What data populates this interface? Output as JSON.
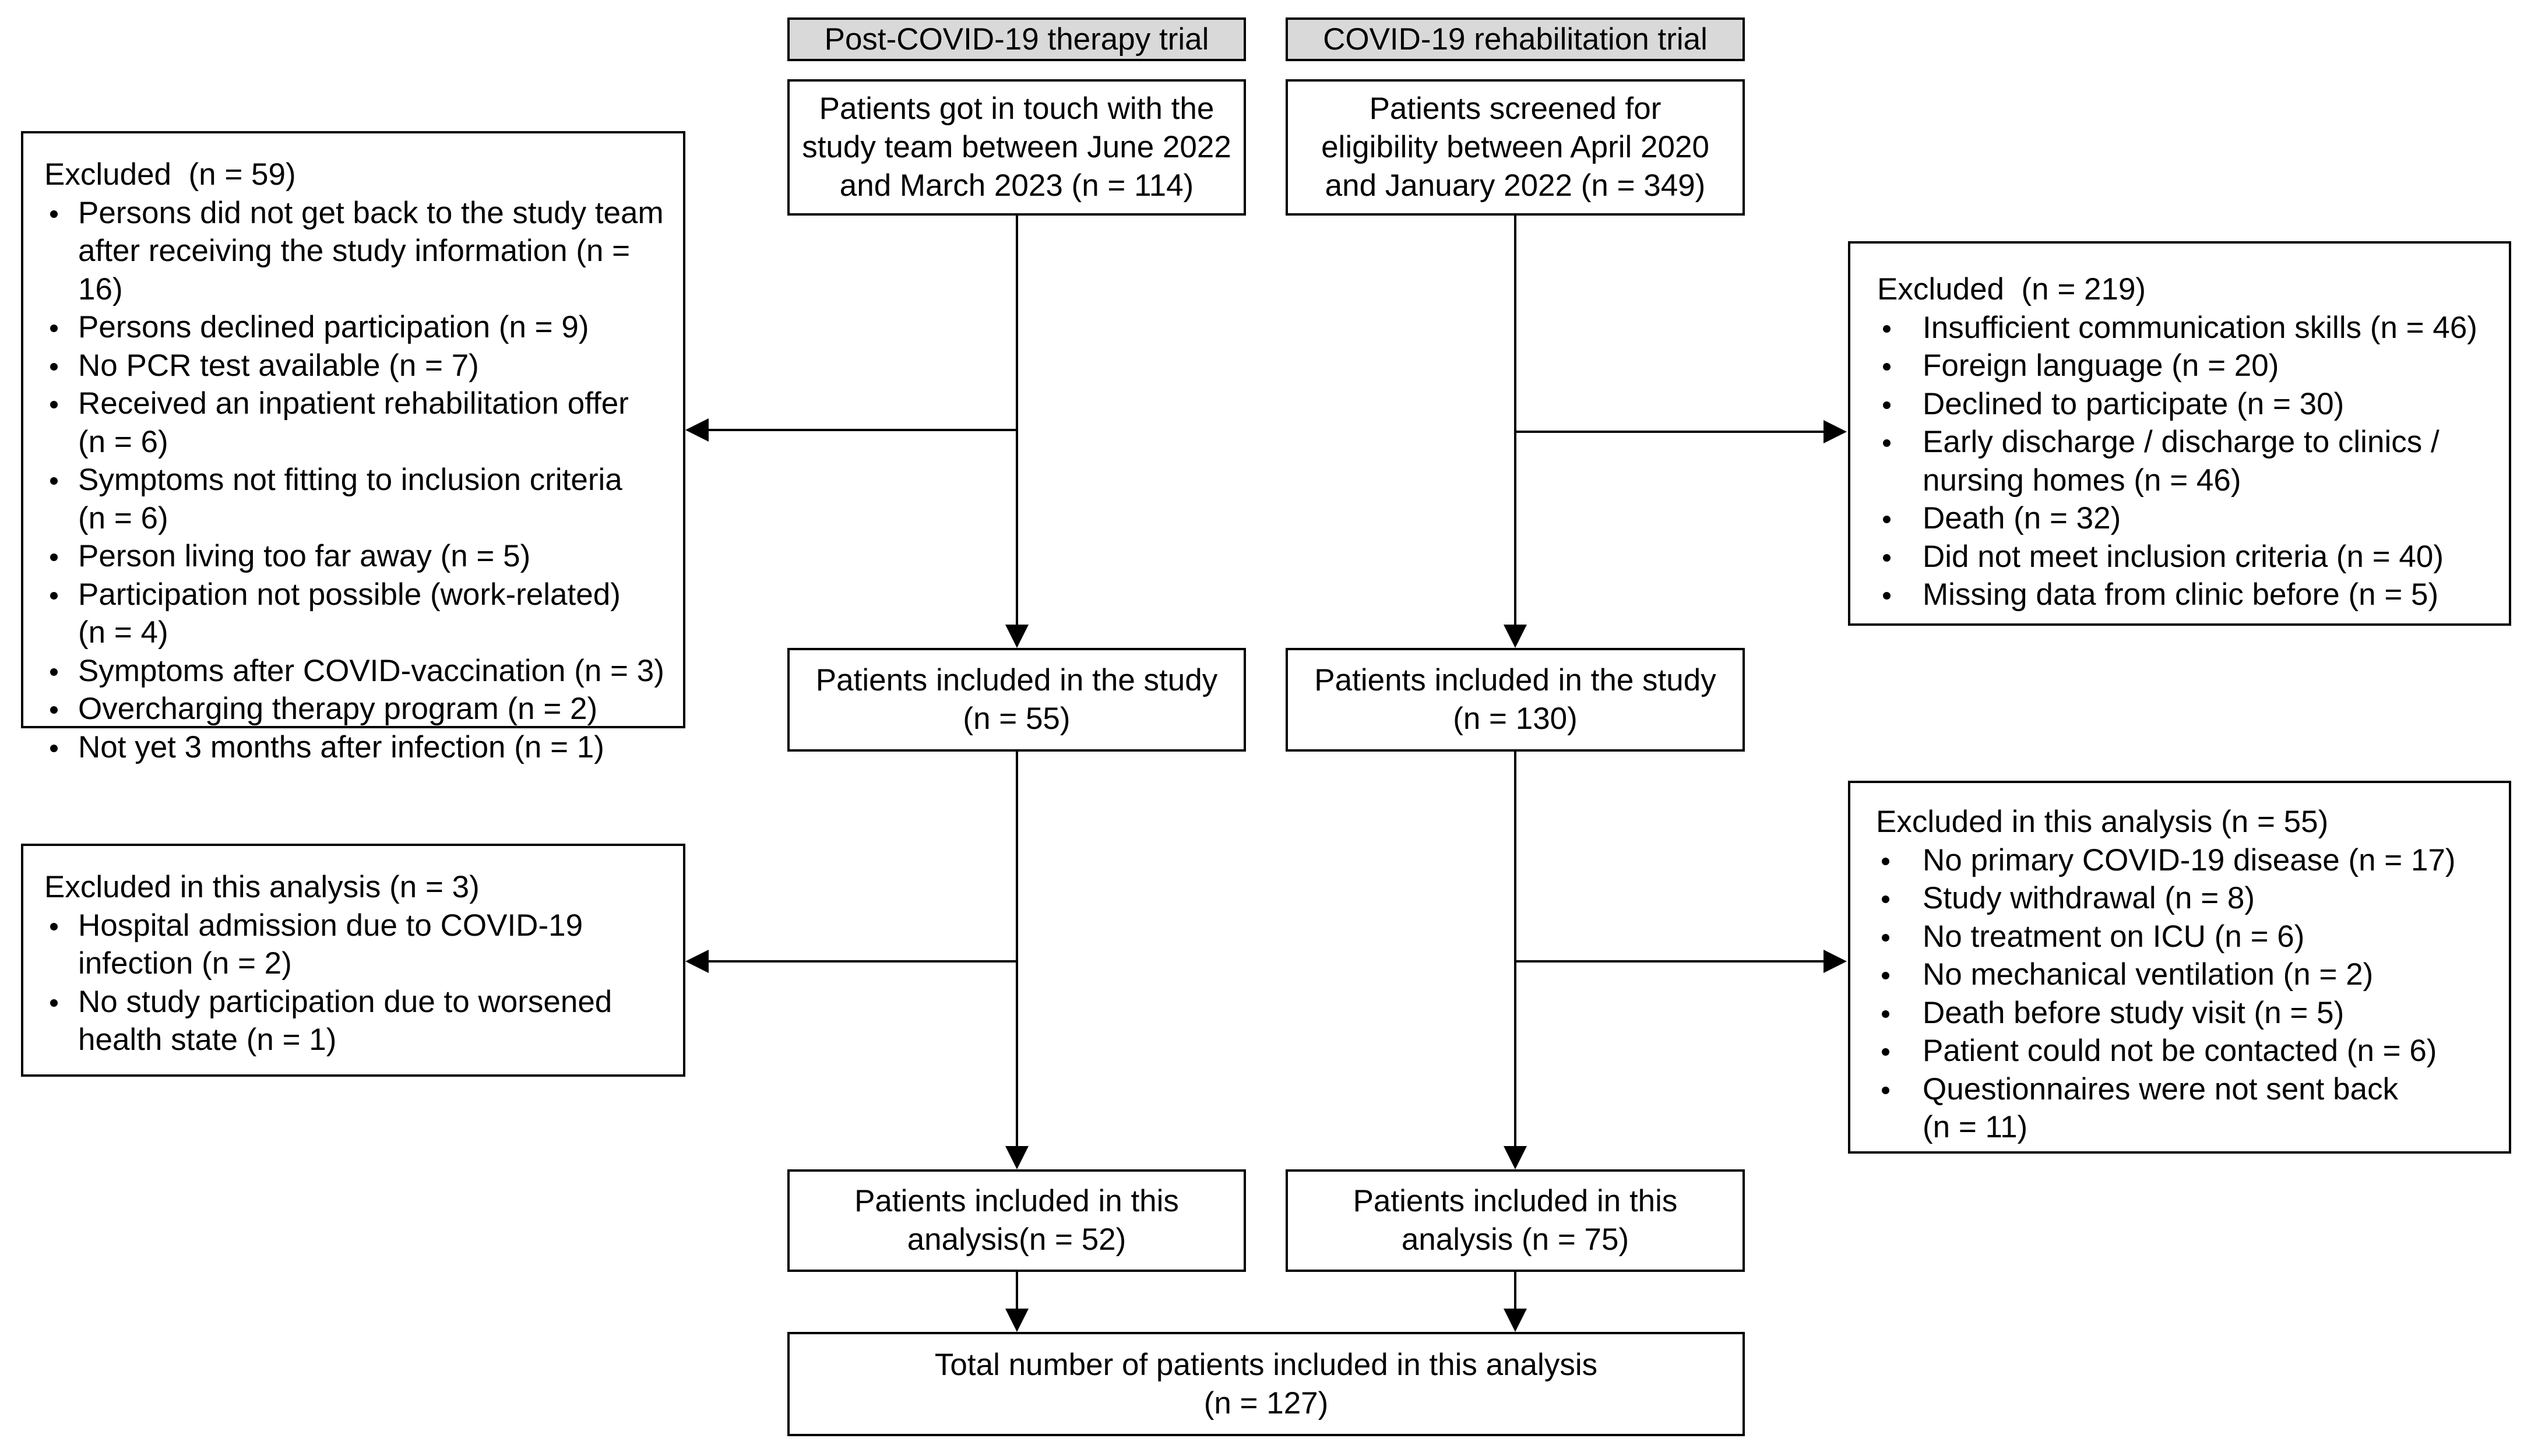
{
  "trials": {
    "left": {
      "title": "Post-COVID-19 therapy trial"
    },
    "right": {
      "title": "COVID-19 rehabilitation trial"
    }
  },
  "enrollment": {
    "left": [
      "Patients got in touch with the",
      "study team between June 2022",
      "and March 2023 (n = 114)"
    ],
    "right": [
      "Patients screened for",
      "eligibility between April 2020",
      "and January 2022 (n = 349)"
    ]
  },
  "excluded_left": {
    "title": "Excluded  (n = 59)",
    "items": [
      [
        "Persons did not get back to the study team",
        "after receiving the study information (n = 16)"
      ],
      [
        "Persons declined participation (n = 9)"
      ],
      [
        "No PCR test available (n = 7)"
      ],
      [
        "Received an inpatient rehabilitation offer",
        "(n = 6)"
      ],
      [
        "Symptoms not fitting to inclusion criteria",
        "(n = 6)"
      ],
      [
        "Person living too far away (n = 5)"
      ],
      [
        "Participation not possible (work-related)",
        "(n = 4)"
      ],
      [
        "Symptoms after COVID-vaccination (n = 3)"
      ],
      [
        "Overcharging therapy program (n = 2)"
      ],
      [
        "Not yet 3 months after infection (n = 1)"
      ]
    ]
  },
  "excluded_right": {
    "title": "Excluded  (n = 219)",
    "items": [
      [
        "Insufficient communication skills (n = 46)"
      ],
      [
        "Foreign language (n = 20)"
      ],
      [
        "Declined to participate (n = 30)"
      ],
      [
        "Early discharge / discharge to clinics /",
        "nursing homes (n = 46)"
      ],
      [
        "Death (n = 32)"
      ],
      [
        "Did not meet inclusion criteria (n = 40)"
      ],
      [
        "Missing data from clinic before (n = 5)"
      ]
    ]
  },
  "included_study": {
    "left": [
      "Patients included in the study",
      "(n = 55)"
    ],
    "right": [
      "Patients included in the study",
      "(n = 130)"
    ]
  },
  "excluded_analysis_left": {
    "title": "Excluded in this analysis (n = 3)",
    "items": [
      [
        "Hospital admission due to COVID-19",
        "infection (n = 2)"
      ],
      [
        "No study participation due to worsened",
        "health state (n = 1)"
      ]
    ]
  },
  "excluded_analysis_right": {
    "title": "Excluded in this analysis (n = 55)",
    "items": [
      [
        "No primary COVID-19 disease (n = 17)"
      ],
      [
        "Study withdrawal (n = 8)"
      ],
      [
        "No treatment on ICU (n = 6)"
      ],
      [
        "No mechanical ventilation (n = 2)"
      ],
      [
        "Death before study visit (n = 5)"
      ],
      [
        "Patient could not be contacted (n = 6)"
      ],
      [
        "Questionnaires were not sent back",
        "(n = 11)"
      ]
    ]
  },
  "included_analysis": {
    "left": [
      "Patients included in this",
      "analysis(n = 52)"
    ],
    "right": [
      "Patients included in this",
      "analysis (n = 75)"
    ]
  },
  "total": [
    "Total number of patients included in this analysis",
    "(n = 127)"
  ]
}
